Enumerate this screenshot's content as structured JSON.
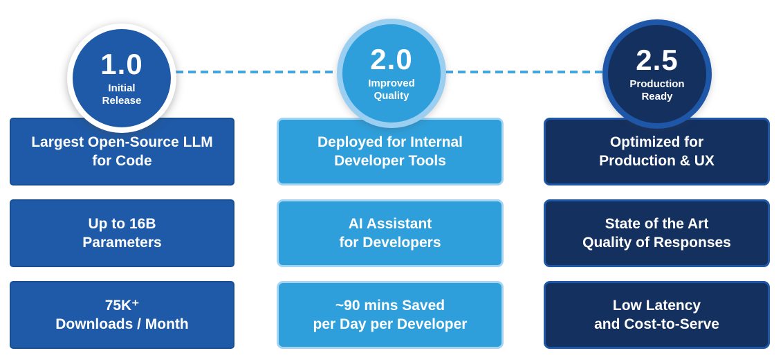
{
  "palette": {
    "background": "#FFFFFF",
    "primary_blue": "#1E5AA8",
    "primary_blue_border": "#1A4E92",
    "light_blue": "#2F9FDB",
    "light_blue_ring": "#A5D4F3",
    "navy": "#14305F",
    "navy_ring": "#1E56A8",
    "connector_dash": "#45A4DE",
    "text": "#FFFFFF"
  },
  "timeline": [
    {
      "version": "1.0",
      "milestone": [
        "Initial",
        "Release"
      ],
      "cards": [
        [
          "Largest Open-Source LLM",
          "for Code"
        ],
        [
          "Up to 16B",
          "Parameters"
        ],
        [
          "75K⁺",
          "Downloads / Month"
        ]
      ]
    },
    {
      "version": "2.0",
      "milestone": [
        "Improved",
        "Quality"
      ],
      "cards": [
        [
          "Deployed for Internal",
          "Developer Tools"
        ],
        [
          "AI Assistant",
          "for Developers"
        ],
        [
          "~90 mins Saved",
          "per Day per Developer"
        ]
      ]
    },
    {
      "version": "2.5",
      "milestone": [
        "Production",
        "Ready"
      ],
      "cards": [
        [
          "Optimized for",
          "Production & UX"
        ],
        [
          "State of the Art",
          "Quality of Responses"
        ],
        [
          "Low Latency",
          "and Cost-to-Serve"
        ]
      ]
    }
  ]
}
